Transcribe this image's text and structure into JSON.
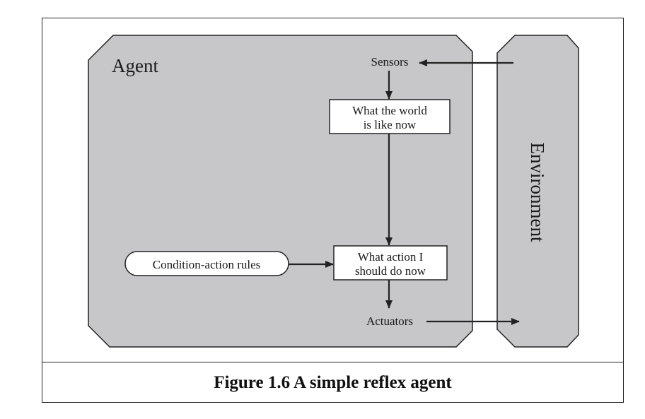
{
  "diagram": {
    "agent_label": "Agent",
    "environment_label": "Environment",
    "sensors_label": "Sensors",
    "actuators_label": "Actuators",
    "world_state_box": [
      "What the world",
      "is like now"
    ],
    "action_box": [
      "What action I",
      "should do now"
    ],
    "rules_label": "Condition-action rules"
  },
  "caption": "Figure 1.6 A simple reflex agent",
  "colors": {
    "region_fill": "#c7c7c9",
    "stroke": "#222222",
    "box_fill": "#ffffff"
  }
}
